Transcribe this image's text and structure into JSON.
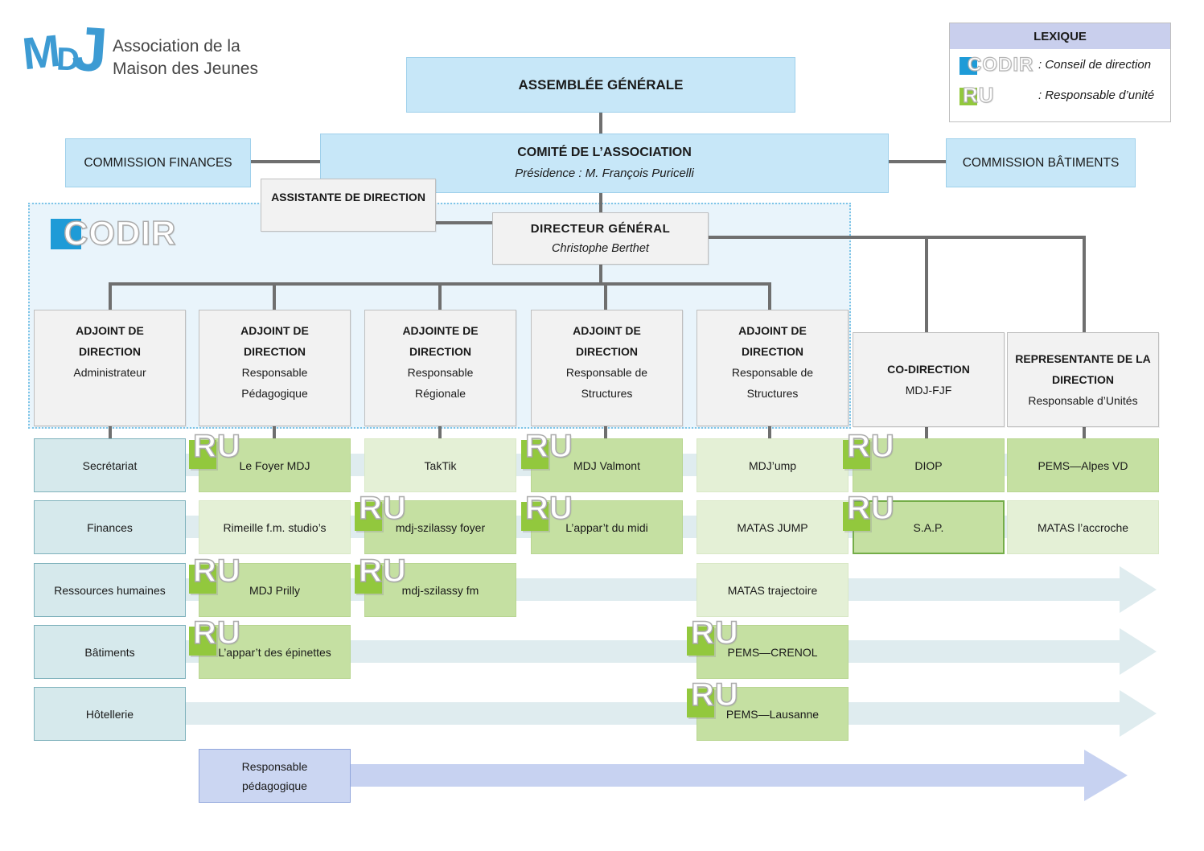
{
  "logo": {
    "mark_m": "M",
    "mark_d": "D",
    "mark_j": "J",
    "org_line1": "Association de la",
    "org_line2": "Maison des Jeunes"
  },
  "badges": {
    "ru": "RU",
    "codir": "CODIR"
  },
  "lexique": {
    "title": "LEXIQUE",
    "items": [
      {
        "badge": "CODIR",
        "label": ": Conseil de direction"
      },
      {
        "badge": "RU",
        "label": ": Responsable d’unité"
      }
    ]
  },
  "top": {
    "assemblee": "ASSEMBLÉE GÉNÉRALE",
    "comite_title": "COMITÉ DE L’ASSOCIATION",
    "comite_subtitle": "Présidence : M. François Puricelli",
    "commission_finances": "COMMISSION FINANCES",
    "commission_batiments": "COMMISSION BÂTIMENTS",
    "assistante": "ASSISTANTE DE DIRECTION",
    "directeur_title": "DIRECTEUR GÉNÉRAL",
    "directeur_name": "Christophe Berthet"
  },
  "codir_label": "CODIR",
  "direction_boxes": [
    {
      "title": "ADJOINT DE DIRECTION",
      "subtitle": "Administrateur",
      "col": 0,
      "codir": true
    },
    {
      "title": "ADJOINT DE DIRECTION",
      "subtitle": "Responsable Pédagogique",
      "col": 1,
      "codir": true
    },
    {
      "title": "ADJOINTE DE DIRECTION",
      "subtitle": "Responsable Régionale",
      "col": 2,
      "codir": true
    },
    {
      "title": "ADJOINT DE DIRECTION",
      "subtitle": "Responsable de Structures",
      "col": 3,
      "codir": true
    },
    {
      "title": "ADJOINT DE DIRECTION",
      "subtitle": "Responsable de Structures",
      "col": 4,
      "codir": true
    },
    {
      "title": "CO-DIRECTION",
      "subtitle": "MDJ-FJF",
      "col": 5,
      "codir": false
    },
    {
      "title": "REPRESENTANTE DE LA DIRECTION",
      "subtitle": "Responsable d’Unités",
      "col": 6,
      "codir": false
    }
  ],
  "row_headers": [
    "Secrétariat",
    "Finances",
    "Ressources humaines",
    "Bâtiments",
    "Hôtellerie"
  ],
  "units": [
    {
      "label": "Le Foyer MDJ",
      "row": 0,
      "col": 1,
      "shade": "dark",
      "ru": true
    },
    {
      "label": "TakTik",
      "row": 0,
      "col": 2,
      "shade": "light",
      "ru": false
    },
    {
      "label": "MDJ Valmont",
      "row": 0,
      "col": 3,
      "shade": "dark",
      "ru": true
    },
    {
      "label": "MDJ’ump",
      "row": 0,
      "col": 4,
      "shade": "light",
      "ru": false
    },
    {
      "label": "DIOP",
      "row": 0,
      "col": 5,
      "shade": "dark",
      "ru": true
    },
    {
      "label": "PEMS—Alpes VD",
      "row": 0,
      "col": 6,
      "shade": "dark",
      "ru": false
    },
    {
      "label": "Rimeille f.m. studio’s",
      "row": 1,
      "col": 1,
      "shade": "light",
      "ru": false
    },
    {
      "label": "mdj-szilassy foyer",
      "row": 1,
      "col": 2,
      "shade": "dark",
      "ru": true
    },
    {
      "label": "L’appar’t du midi",
      "row": 1,
      "col": 3,
      "shade": "dark",
      "ru": true
    },
    {
      "label": "MATAS JUMP",
      "row": 1,
      "col": 4,
      "shade": "light",
      "ru": false
    },
    {
      "label": "S.A.P.",
      "row": 1,
      "col": 5,
      "shade": "dark",
      "ru": true,
      "outlined": true
    },
    {
      "label": "MATAS l’accroche",
      "row": 1,
      "col": 6,
      "shade": "light",
      "ru": false
    },
    {
      "label": "MDJ Prilly",
      "row": 2,
      "col": 1,
      "shade": "dark",
      "ru": true
    },
    {
      "label": "mdj-szilassy fm",
      "row": 2,
      "col": 2,
      "shade": "dark",
      "ru": true
    },
    {
      "label": "MATAS trajectoire",
      "row": 2,
      "col": 4,
      "shade": "light",
      "ru": false
    },
    {
      "label": "L’appar’t des épinettes",
      "row": 3,
      "col": 1,
      "shade": "dark",
      "ru": true
    },
    {
      "label": "PEMS—CRENOL",
      "row": 3,
      "col": 4,
      "shade": "dark",
      "ru": true
    },
    {
      "label": "PEMS—Lausanne",
      "row": 4,
      "col": 4,
      "shade": "dark",
      "ru": true
    }
  ],
  "bottom": {
    "label": "Responsable pédagogique"
  },
  "colors": {
    "codir_blue": "#1E9BD7",
    "ru_green": "#92C83D",
    "box_blue": "#C7E7F8",
    "unit_green_dark": "#C5E0A2",
    "unit_green_light": "#E4F0D6",
    "band_teal": "#DFECEF",
    "band_blue": "#C7D2F1"
  }
}
